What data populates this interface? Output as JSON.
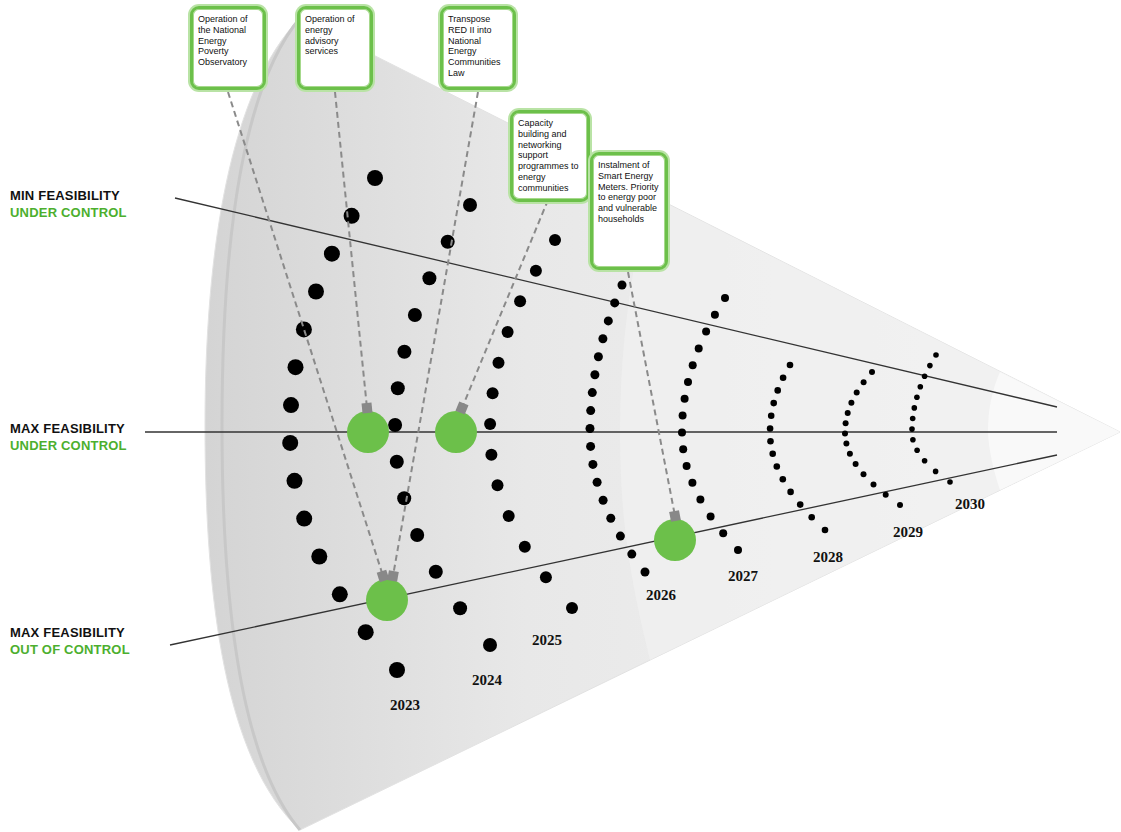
{
  "diagram": {
    "nodes": [
      {
        "text": [
          "Operation of the National Energy Poverty Observatory"
        ]
      },
      {
        "text": [
          "Operation of energy advisory services"
        ]
      },
      {
        "text": [
          "Transpose RED II into National Energy Communities Law"
        ]
      },
      {
        "text": [
          "Capacity building and networking support programmes to energy communities"
        ]
      },
      {
        "text": [
          "Instalment of Smart Energy Meters. Priority to energy poor and vulnerable households"
        ]
      }
    ],
    "labels": [
      "MIN FEASIBILITY",
      "UNDER CONTROL",
      "MAX FEASIBILITY",
      "UNDER CONTROL",
      "MAX FEASIBILITY",
      "OUT OF CONTROL",
      "2023",
      "2024",
      "2025",
      "2026",
      "2027",
      "2028",
      "2029",
      "2030"
    ]
  }
}
